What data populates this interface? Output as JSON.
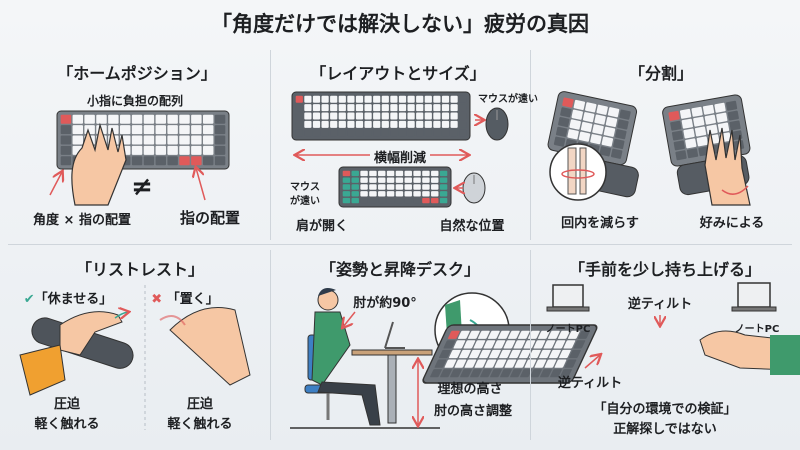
{
  "title": "「角度だけでは解決しない」疲労の真因",
  "colors": {
    "accent_red": "#e05a5a",
    "teal": "#3aa893",
    "key_dark": "#5b6168",
    "key_light": "#f4f5f7",
    "skin": "#f6c7a4",
    "shirt_green": "#3f9a6c"
  },
  "panels": {
    "home_position": {
      "title": "「ホームポジション」",
      "subtitle": "小指に負担の配列",
      "not_equal": "≠",
      "label_left": "角度 × 指の配置",
      "label_right": "指の配置"
    },
    "layout_size": {
      "title": "「レイアウトとサイズ」",
      "mouse_far_top": "マウスが遠い",
      "width_reduction": "横幅削減",
      "mouse_far_left": [
        "マウス",
        "が遠い"
      ],
      "shoulder_open": "肩が開く",
      "natural_position": "自然な位置"
    },
    "split": {
      "title": "「分割」",
      "reduce_pronation": "回内を減らす",
      "preference": "好みによる"
    },
    "wrist_rest": {
      "title": "「リストレスト」",
      "good_label": "「休ませる」",
      "bad_label": "「置く」",
      "good_icon": "check-icon",
      "bad_icon": "cross-icon",
      "good_text": [
        "圧迫",
        "軽く触れる"
      ],
      "bad_text": [
        "圧迫",
        "軽く触れる"
      ]
    },
    "posture_desk": {
      "title": "「姿勢と昇降デスク」",
      "elbow_angle": "肘が約90°",
      "ideal_height": "理想の高さ",
      "elbow_height_adjust": "肘の高さ調整"
    },
    "tilt": {
      "title": "「手前を少し持ち上げる」",
      "reverse_tilt_top": "逆ティルト",
      "reverse_tilt_bottom": "逆ティルト",
      "laptop_left": "ノートPC",
      "laptop_right": "ノートPC",
      "verify": "「自分の環境での検証」",
      "not_answer": "正解探しではない"
    }
  }
}
